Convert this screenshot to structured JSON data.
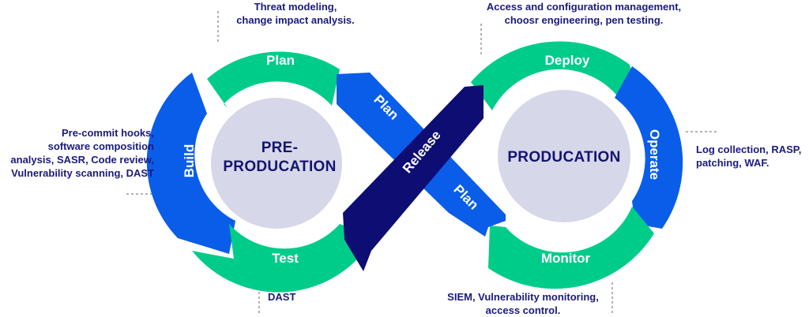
{
  "colors": {
    "green": "#00cc8a",
    "blue": "#0a5de8",
    "navy": "#0d0d73",
    "hub": "#d7d7ea",
    "text": "#1a1a7e"
  },
  "left_loop": {
    "hub_line1": "PRE-",
    "hub_line2": "PRODUCATION",
    "segments": {
      "plan": "Plan",
      "build": "Build",
      "test": "Test"
    }
  },
  "right_loop": {
    "hub": "PRODUCATION",
    "segments": {
      "deploy": "Deploy",
      "operate": "Operate",
      "monitor": "Monitor"
    }
  },
  "crossing": {
    "plan_upper": "Plan",
    "plan_lower": "Plan",
    "release": "Release"
  },
  "annotations": {
    "plan": [
      "Threat modeling,",
      "change impact analysis."
    ],
    "deploy": [
      "Access and configuration management,",
      "choosr engineering, pen testing."
    ],
    "build": [
      "Pre-commit hooks,",
      "software composition",
      "analysis, SASR, Code review,",
      "Vulnerability scanning, DAST"
    ],
    "operate": [
      "Log collection, RASP,",
      "patching, WAF."
    ],
    "test": [
      "DAST"
    ],
    "monitor": [
      "SIEM, Vulnerability monitoring,",
      "access control."
    ]
  }
}
